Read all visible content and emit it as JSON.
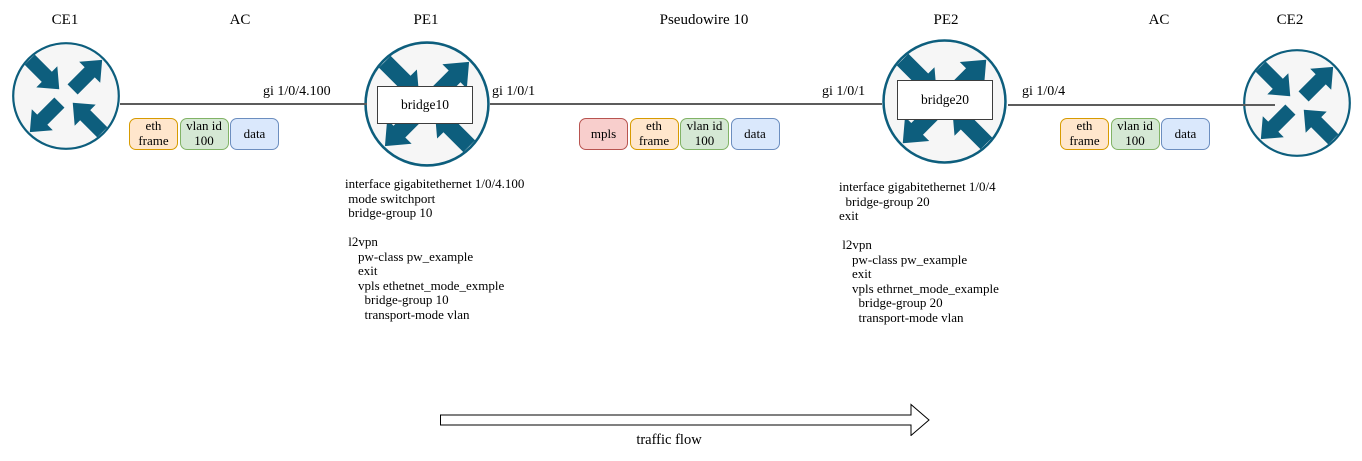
{
  "labels": {
    "ce1": "CE1",
    "ac_left": "AC",
    "pe1": "PE1",
    "pseudowire": "Pseudowire 10",
    "pe2": "PE2",
    "ac_right": "AC",
    "ce2": "CE2"
  },
  "bridges": {
    "pe1": "bridge10",
    "pe2": "bridge20"
  },
  "interfaces": {
    "pe1_ac": "gi 1/0/4.100",
    "pe1_core": "gi 1/0/1",
    "pe2_core": "gi 1/0/1",
    "pe2_ac": "gi 1/0/4"
  },
  "frames": {
    "ac_left": [
      {
        "type": "eth-frame",
        "label": "eth\nframe"
      },
      {
        "type": "vlan-id",
        "label": "vlan id\n100"
      },
      {
        "type": "data",
        "label": "data"
      }
    ],
    "pseudowire": [
      {
        "type": "mpls",
        "label": "mpls"
      },
      {
        "type": "eth-frame",
        "label": "eth\nframe"
      },
      {
        "type": "vlan-id",
        "label": "vlan id\n100"
      },
      {
        "type": "data",
        "label": "data"
      }
    ],
    "ac_right": [
      {
        "type": "eth-frame",
        "label": "eth\nframe"
      },
      {
        "type": "vlan-id",
        "label": "vlan id\n100"
      },
      {
        "type": "data",
        "label": "data"
      }
    ]
  },
  "configs": {
    "pe1": "interface gigabitethernet 1/0/4.100\n mode switchport\n bridge-group 10\n\n l2vpn\n    pw-class pw_example\n    exit\n    vpls ethetnet_mode_exmple\n      bridge-group 10\n      transport-mode vlan",
    "pe2": "interface gigabitethernet 1/0/4\n  bridge-group 20\nexit\n\n l2vpn\n    pw-class pw_example\n    exit\n    vpls ethrnet_mode_example\n      bridge-group 20\n      transport-mode vlan"
  },
  "traffic_flow": {
    "label": "traffic flow"
  },
  "colors": {
    "router_stroke": "#0d5e7d",
    "router_fill": "#f6f6f6",
    "link": "#5c5c5c",
    "eth_frame_fill": "#ffe6cc",
    "eth_frame_stroke": "#d79b00",
    "vlan_fill": "#d5e8d4",
    "vlan_stroke": "#82b366",
    "data_fill": "#dae8fc",
    "data_stroke": "#6c8ebf",
    "mpls_fill": "#f8cecc",
    "mpls_stroke": "#b85450"
  }
}
